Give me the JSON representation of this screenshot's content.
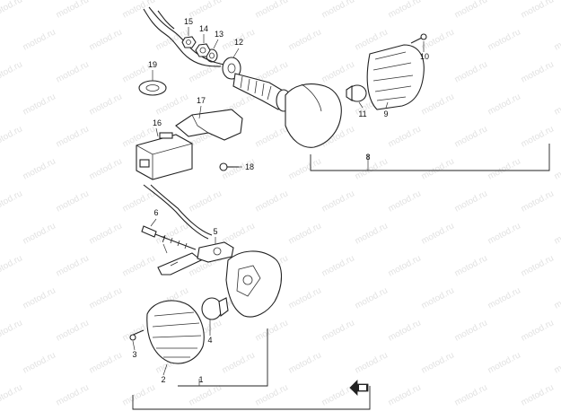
{
  "watermark": "motod.ru",
  "callouts": [
    "1",
    "2",
    "3",
    "4",
    "5",
    "6",
    "7",
    "8",
    "9",
    "10",
    "11",
    "12",
    "13",
    "14",
    "15",
    "16",
    "17",
    "18",
    "19"
  ],
  "colors": {
    "line": "#222222",
    "watermark": "#e2e2e2",
    "background": "#ffffff"
  },
  "direction_indicator": "front-arrow-icon"
}
